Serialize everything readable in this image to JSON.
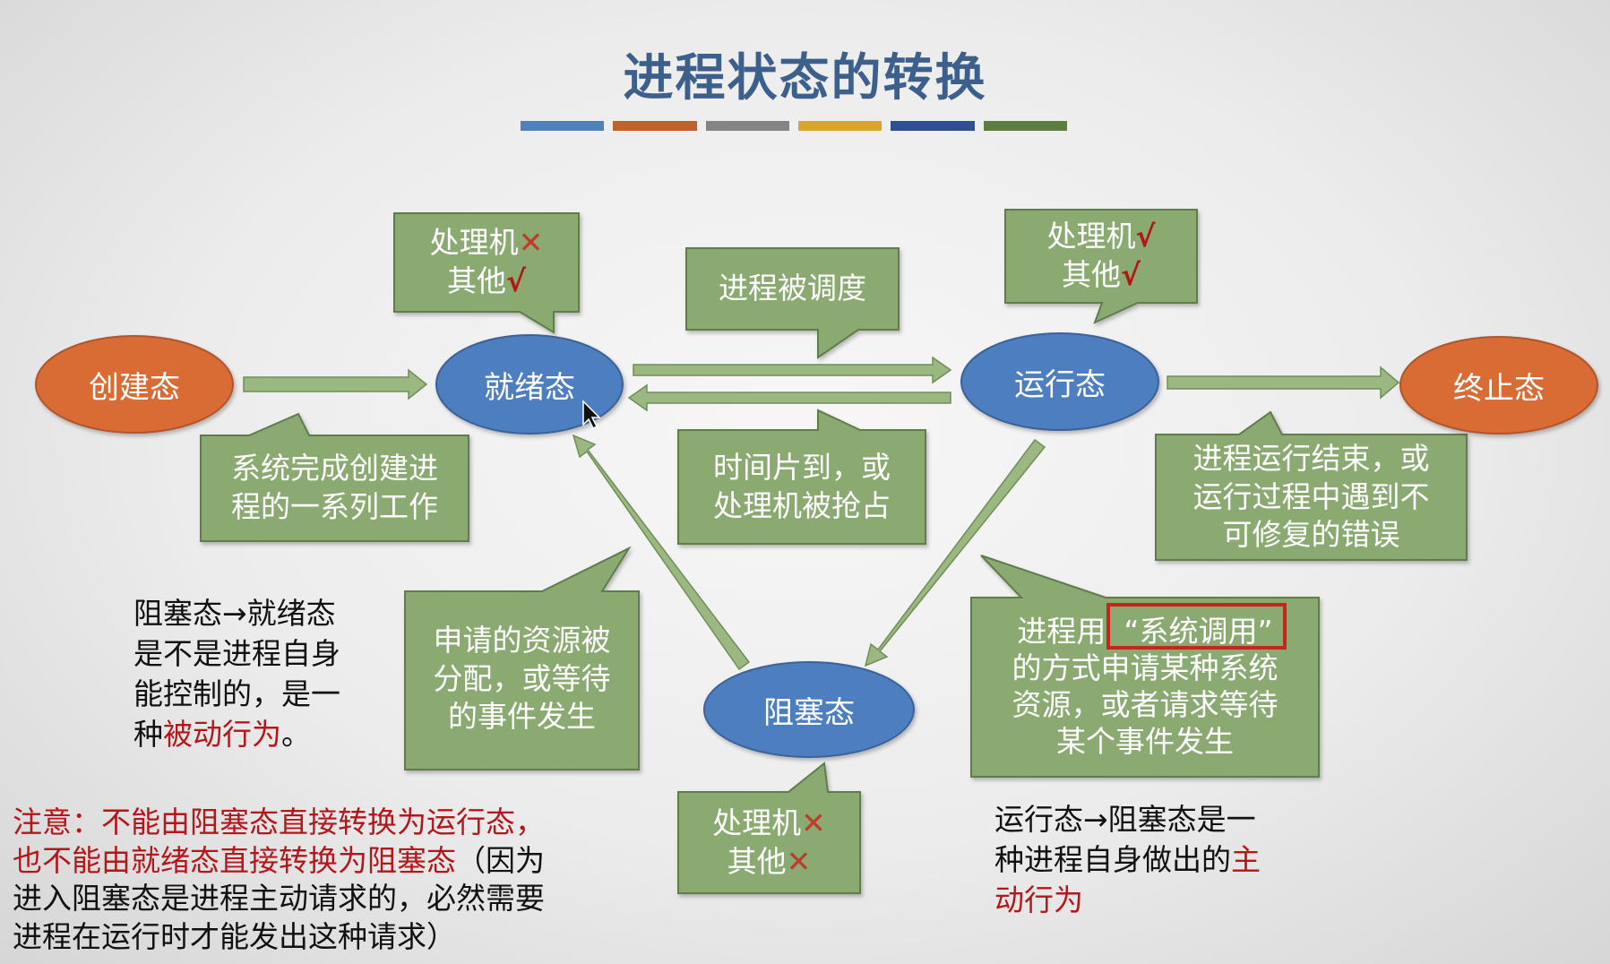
{
  "title": "进程状态的转换",
  "colors": {
    "bar": [
      "#4f81bd",
      "#c0622b",
      "#848484",
      "#d9a52c",
      "#2f4f93",
      "#5d7d3e"
    ],
    "state_orange": "#d96c35",
    "state_blue": "#4e7ebf",
    "callout_green": "#8aaa72",
    "arrow_green": "#9bb782",
    "highlight_red": "#b3161b"
  },
  "states": {
    "new": "创建态",
    "ready": "就绪态",
    "running": "运行态",
    "terminated": "终止态",
    "blocked": "阻塞态"
  },
  "callouts": {
    "ready_resources": {
      "line1": "处理机",
      "mark1": "✕",
      "line2": "其他",
      "mark2": "√"
    },
    "running_resources": {
      "line1": "处理机",
      "mark1": "√",
      "line2": "其他",
      "mark2": "√"
    },
    "blocked_resources": {
      "line1": "处理机",
      "mark1": "✕",
      "line2": "其他",
      "mark2": "✕"
    },
    "new_to_ready": [
      "系统完成创建进",
      "程的一系列工作"
    ],
    "ready_to_running": "进程被调度",
    "running_to_ready": [
      "时间片到，或",
      "处理机被抢占"
    ],
    "running_to_terminated": [
      "进程运行结束，或",
      "运行过程中遇到不",
      "可修复的错误"
    ],
    "blocked_to_ready": [
      "申请的资源被",
      "分配，或等待",
      "的事件发生"
    ],
    "running_to_blocked": {
      "pre": "进程用",
      "quoted": "“系统调用”",
      "lines": [
        "的方式申请某种系统",
        "资源，或者请求等待",
        "某个事件发生"
      ]
    }
  },
  "notes": {
    "passive": {
      "lines": [
        "阻塞态→就绪态",
        "是不是进程自身",
        "能控制的，是一"
      ],
      "pre": "种",
      "hl": "被动行为",
      "post": "。"
    },
    "active": {
      "line1": "运行态→阻塞态是一",
      "line2_pre": "种进程自身做出的",
      "line2_hl": "主",
      "line3_hl": "动行为"
    },
    "warning": {
      "line1": "注意：不能由阻塞态直接转换为运行态，",
      "line2_hl": "也不能由就绪态直接转换为阻塞态",
      "line2_post": "（因为",
      "line3": "进入阻塞态是进程主动请求的，必然需要",
      "line4": "进程在运行时才能发出这种请求）"
    }
  }
}
